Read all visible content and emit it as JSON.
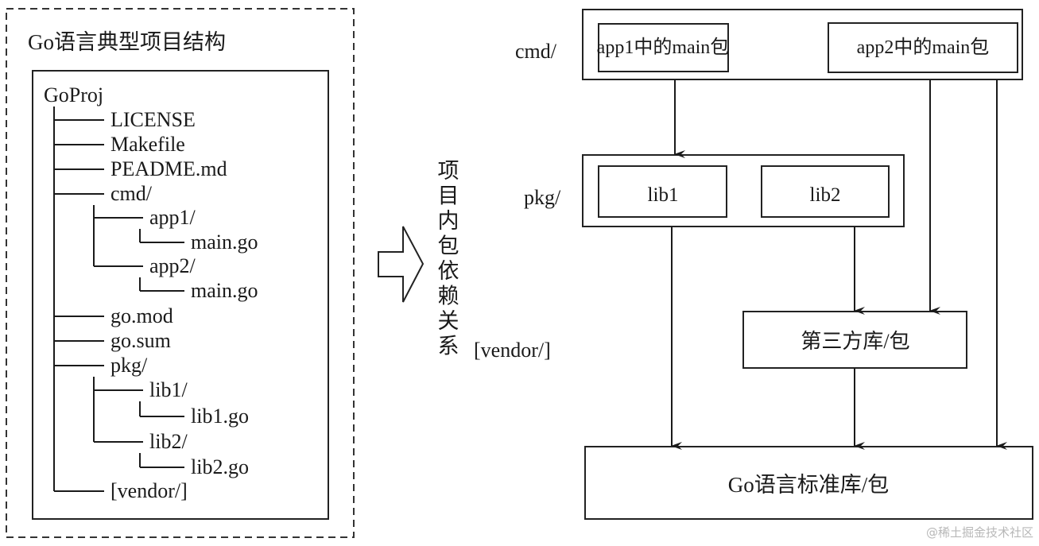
{
  "structure_panel": {
    "title": "Go语言典型项目结构",
    "tree": [
      {
        "label": "GoProj",
        "depth": 0
      },
      {
        "label": "LICENSE",
        "depth": 1
      },
      {
        "label": "Makefile",
        "depth": 1
      },
      {
        "label": "PEADME.md",
        "depth": 1
      },
      {
        "label": "cmd/",
        "depth": 1
      },
      {
        "label": "app1/",
        "depth": 2
      },
      {
        "label": "main.go",
        "depth": 3
      },
      {
        "label": "app2/",
        "depth": 2
      },
      {
        "label": "main.go",
        "depth": 3
      },
      {
        "label": "go.mod",
        "depth": 1
      },
      {
        "label": "go.sum",
        "depth": 1
      },
      {
        "label": "pkg/",
        "depth": 1
      },
      {
        "label": "lib1/",
        "depth": 2
      },
      {
        "label": "lib1.go",
        "depth": 3
      },
      {
        "label": "lib2/",
        "depth": 2
      },
      {
        "label": "lib2.go",
        "depth": 3
      },
      {
        "label": "[vendor/]",
        "depth": 1
      }
    ]
  },
  "transition": {
    "arrow_icon": "hollow-right-arrow",
    "vertical_label": "项目内包依赖关系"
  },
  "dependency_panel": {
    "row_labels": {
      "cmd": "cmd/",
      "pkg": "pkg/",
      "vendor": "[vendor/]"
    },
    "cmd_boxes": [
      "app1中的main包",
      "app2中的main包"
    ],
    "pkg_boxes": [
      "lib1",
      "lib2"
    ],
    "third_party_box": "第三方库/包",
    "stdlib_box": "Go语言标准库/包",
    "edges": [
      {
        "from": "app1中的main包",
        "to": "pkg/"
      },
      {
        "from": "pkg/",
        "to": "Go语言标准库/包"
      },
      {
        "from": "pkg/",
        "to": "第三方库/包"
      },
      {
        "from": "app2中的main包",
        "to": "第三方库/包"
      },
      {
        "from": "app2中的main包",
        "to": "Go语言标准库/包"
      },
      {
        "from": "第三方库/包",
        "to": "Go语言标准库/包"
      }
    ]
  },
  "watermark": "@稀土掘金技术社区"
}
